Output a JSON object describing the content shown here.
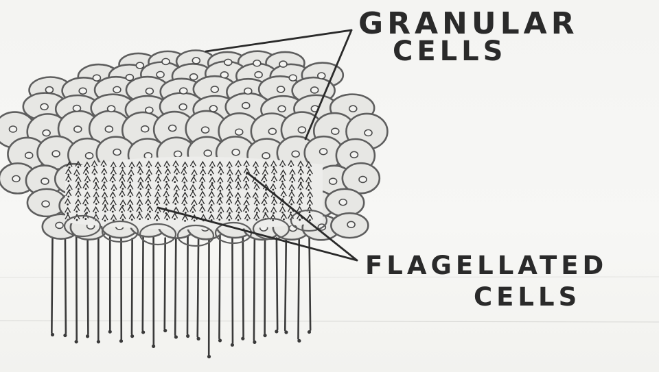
{
  "labels": {
    "granular_line1": "GRANULAR",
    "granular_line2": "CELLS",
    "flagellated_line1": "FLAGELLATED",
    "flagellated_line2": "CELLS"
  },
  "colors": {
    "ink": "#2a2a2a",
    "cell_outline": "#6a6a6a",
    "cell_fill": "#e6e6e3",
    "paper": "#f5f5f3"
  }
}
